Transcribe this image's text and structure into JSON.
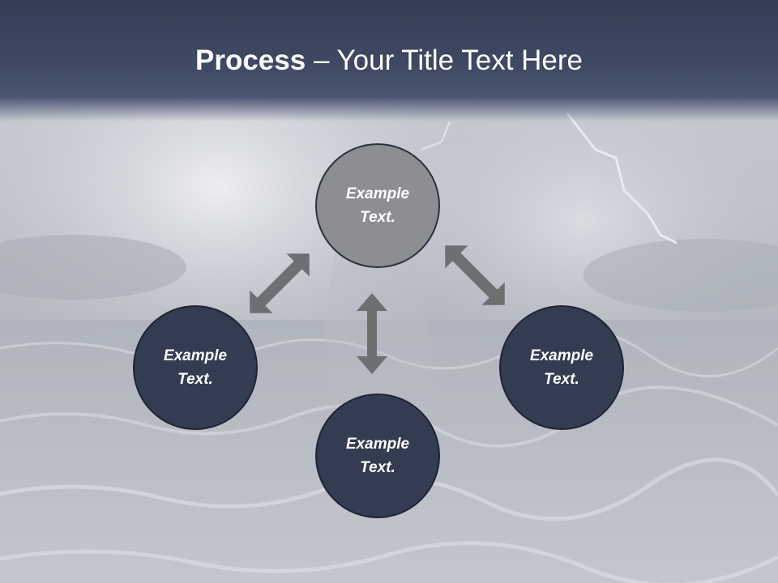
{
  "title": {
    "bold": "Process",
    "rest": " – Your Title Text Here"
  },
  "nodes": {
    "top": "Example Text.",
    "left": "Example Text.",
    "right": "Example Text.",
    "bottom": "Example Text."
  },
  "colors": {
    "title_bar": "#3f4963",
    "node_dark": "#343c52",
    "node_light": "#8d8e92",
    "arrow": "#6e6f72"
  }
}
